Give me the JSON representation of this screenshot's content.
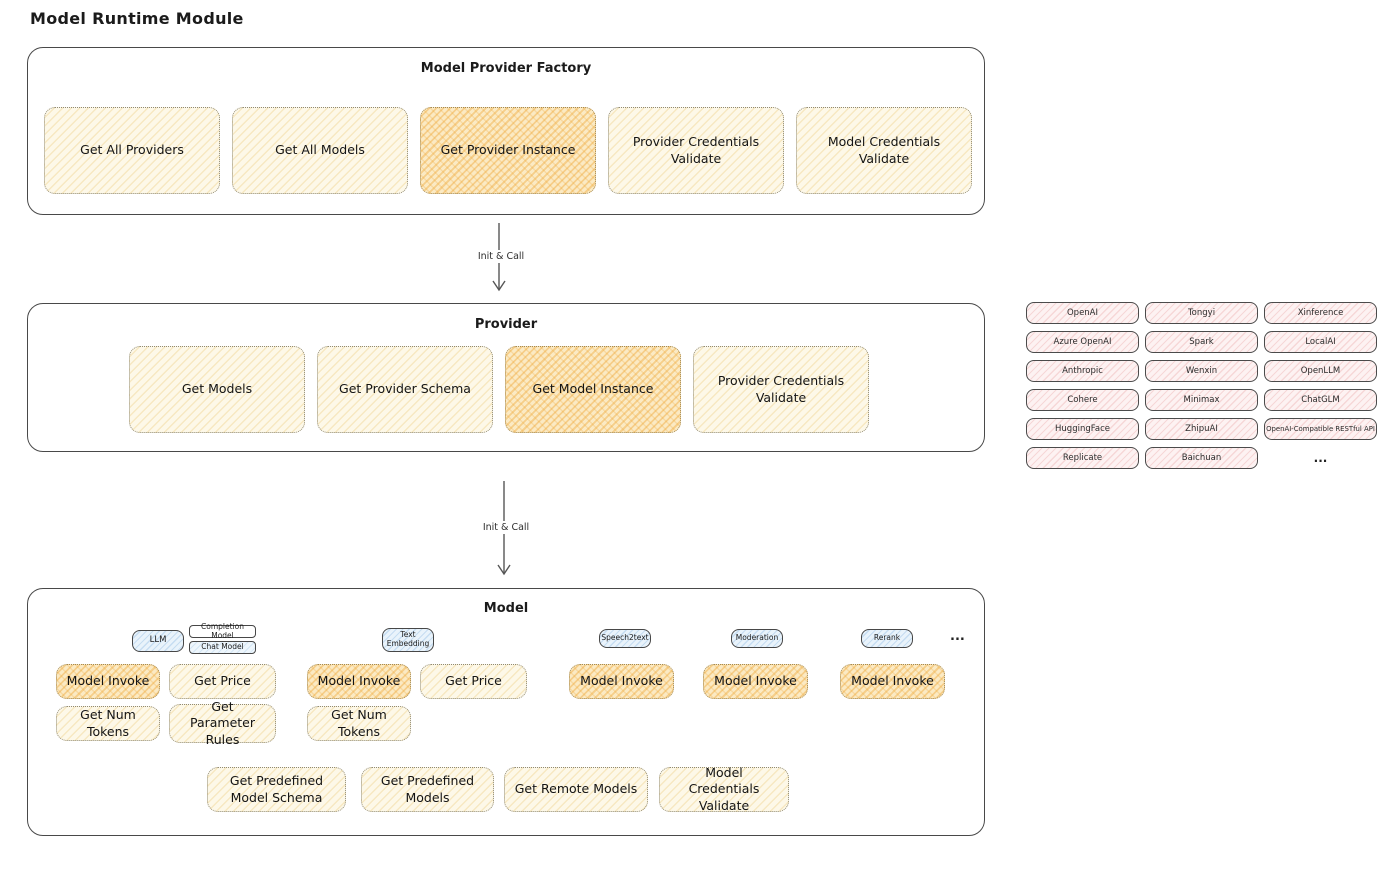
{
  "title": "Model Runtime Module",
  "colors": {
    "stroke": "#494949",
    "yellow_light": "#fdf8e8",
    "yellow_highlight": "#f7d9a0",
    "pink": "#fdf2f2",
    "blue": "#e9f3fb"
  },
  "arrows": {
    "init_call_1": "Init & Call",
    "init_call_2": "Init & Call"
  },
  "factory": {
    "title": "Model Provider Factory",
    "buttons": [
      {
        "label": "Get All Providers",
        "highlighted": false
      },
      {
        "label": "Get All Models",
        "highlighted": false
      },
      {
        "label": "Get Provider Instance",
        "highlighted": true
      },
      {
        "label": "Provider Credentials Validate",
        "highlighted": false
      },
      {
        "label": "Model Credentials Validate",
        "highlighted": false
      }
    ]
  },
  "provider": {
    "title": "Provider",
    "buttons": [
      {
        "label": "Get Models",
        "highlighted": false
      },
      {
        "label": "Get Provider Schema",
        "highlighted": false
      },
      {
        "label": "Get Model Instance",
        "highlighted": true
      },
      {
        "label": "Provider Credentials Validate",
        "highlighted": false
      }
    ]
  },
  "provider_list": [
    "OpenAI",
    "Tongyi",
    "Xinference",
    "Azure OpenAI",
    "Spark",
    "LocalAI",
    "Anthropic",
    "Wenxin",
    "OpenLLM",
    "Cohere",
    "Minimax",
    "ChatGLM",
    "HuggingFace",
    "ZhipuAI",
    "OpenAI-Compatible RESTful API",
    "Replicate",
    "Baichuan",
    "..."
  ],
  "model": {
    "title": "Model",
    "ellipsis": "...",
    "tags": {
      "llm": "LLM",
      "completion_model": "Completion Model",
      "chat_model": "Chat Model",
      "text_embedding": "Text Embedding",
      "speech2text": "Speech2text",
      "moderation": "Moderation",
      "rerank": "Rerank"
    },
    "buttons": {
      "model_invoke": "Model Invoke",
      "get_price": "Get Price",
      "get_num_tokens": "Get Num Tokens",
      "get_parameter_rules": "Get Parameter Rules",
      "get_predefined_model_schema": "Get Predefined Model Schema",
      "get_predefined_models": "Get Predefined Models",
      "get_remote_models": "Get Remote Models",
      "model_credentials_validate": "Model Credentials Validate"
    }
  }
}
